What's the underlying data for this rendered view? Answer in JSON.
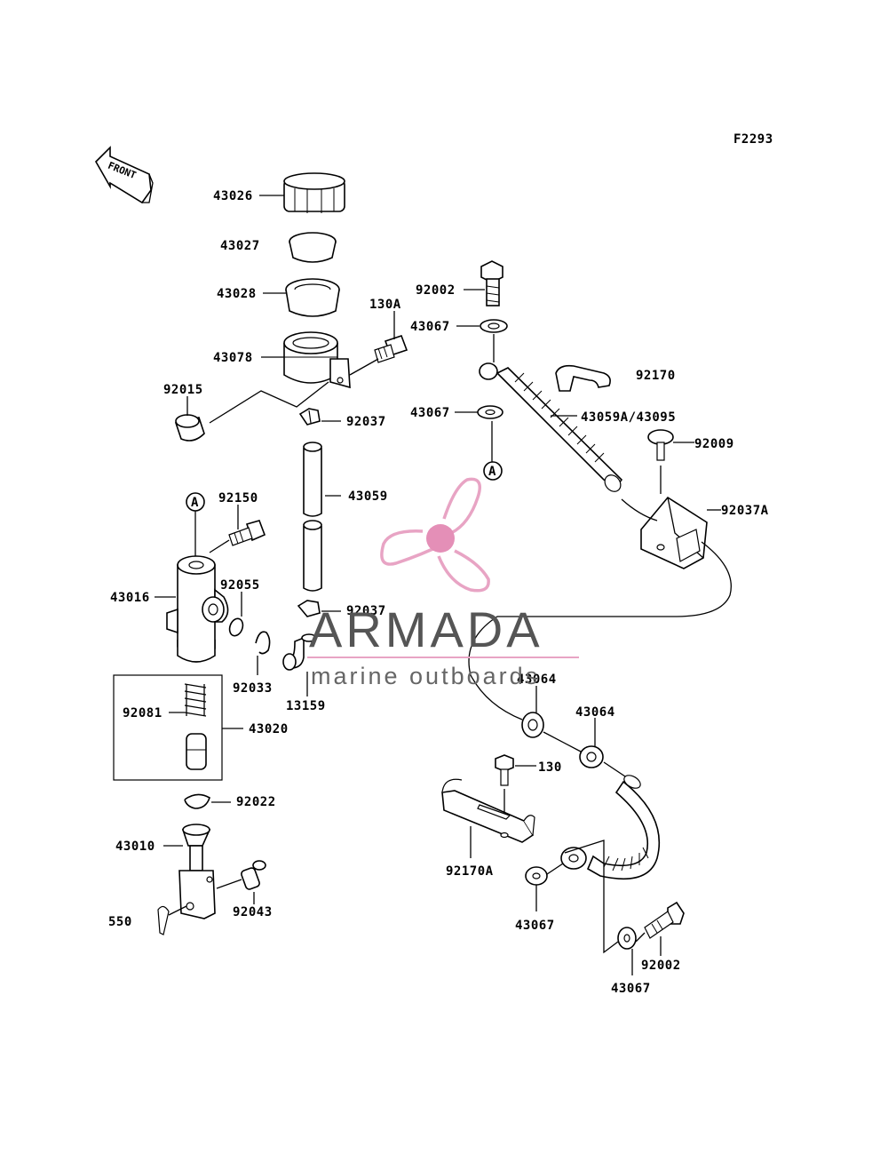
{
  "figure_code": "F2293",
  "front_marker": "FRONT",
  "callout_a": "A",
  "labels": {
    "p43026": "43026",
    "p43027": "43027",
    "p43028": "43028",
    "p43078": "43078",
    "p130a": "130A",
    "p92015": "92015",
    "p92037_top": "92037",
    "p43059": "43059",
    "p92150": "92150",
    "p43016": "43016",
    "p92055": "92055",
    "p92037_bottom": "92037",
    "p92033": "92033",
    "p13159": "13159",
    "p92081": "92081",
    "p43020": "43020",
    "p92022": "92022",
    "p43010": "43010",
    "p92043": "92043",
    "p550": "550",
    "p92002_top": "92002",
    "p43067_top": "43067",
    "p92170": "92170",
    "p43067_mid": "43067",
    "p43059a": "43059A/43095",
    "p92009": "92009",
    "p92037a": "92037A",
    "p43064_left": "43064",
    "p43064_right": "43064",
    "p130": "130",
    "p92170a": "92170A",
    "p43067_bl": "43067",
    "p92002_bottom": "92002",
    "p43067_br": "43067"
  },
  "watermark": {
    "title": "ARMADA",
    "subtitle": "marine outboards",
    "logo_color": "#e8a4c4",
    "logo_center_color": "#e48fb7"
  }
}
